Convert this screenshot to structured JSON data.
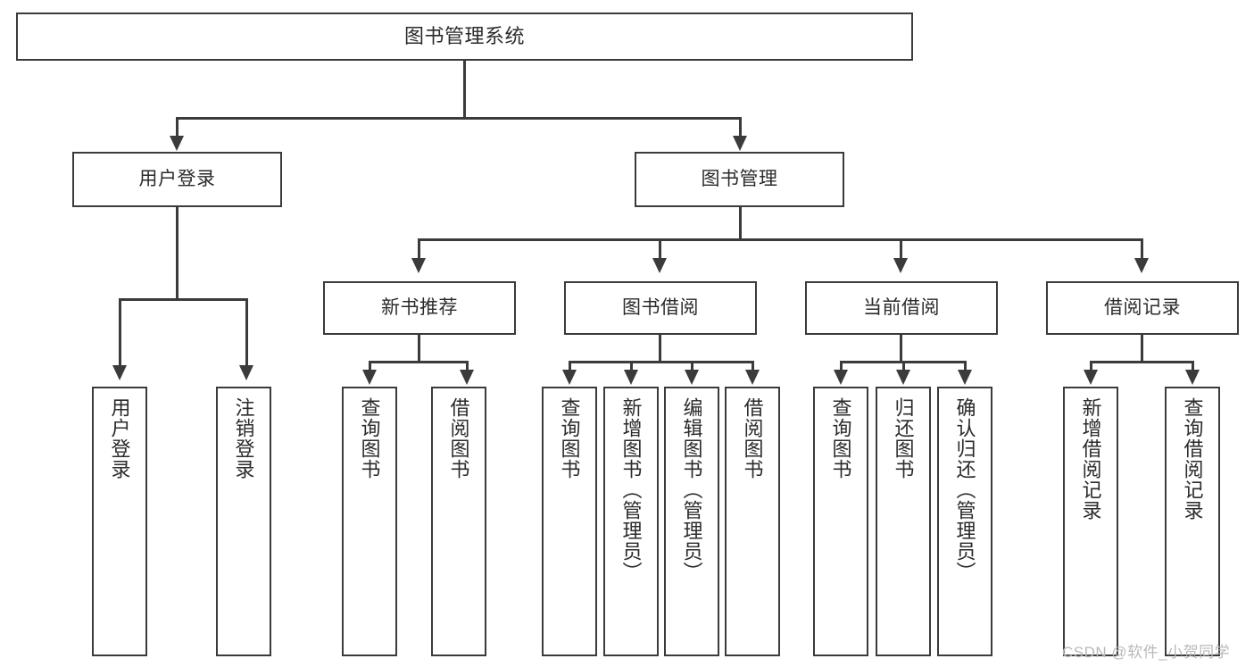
{
  "diagram": {
    "title": "图书管理系统",
    "type": "tree",
    "root": {
      "label": "图书管理系统"
    },
    "level2": [
      {
        "label": "用户登录"
      },
      {
        "label": "图书管理"
      }
    ],
    "level3": [
      {
        "label": "新书推荐"
      },
      {
        "label": "图书借阅"
      },
      {
        "label": "当前借阅"
      },
      {
        "label": "借阅记录"
      }
    ],
    "leaves": {
      "user_login": [
        {
          "label": "用户登录"
        },
        {
          "label": "注销登录"
        }
      ],
      "new_book_recommend": [
        {
          "label": "查询图书"
        },
        {
          "label": "借阅图书"
        }
      ],
      "book_borrow": [
        {
          "label": "查询图书"
        },
        {
          "label": "新增图书（管理员）"
        },
        {
          "label": "编辑图书（管理员）"
        },
        {
          "label": "借阅图书"
        }
      ],
      "current_borrow": [
        {
          "label": "查询图书"
        },
        {
          "label": "归还图书"
        },
        {
          "label": "确认归还（管理员）"
        }
      ],
      "borrow_record": [
        {
          "label": "新增借阅记录"
        },
        {
          "label": "查询借阅记录"
        }
      ]
    }
  },
  "watermark": {
    "text": "CSDN @软件_小贺同学"
  },
  "colors": {
    "stroke": "#3b3b3b",
    "background": "#ffffff",
    "text": "#2b2b2b",
    "watermark": "#b9b9b9"
  }
}
